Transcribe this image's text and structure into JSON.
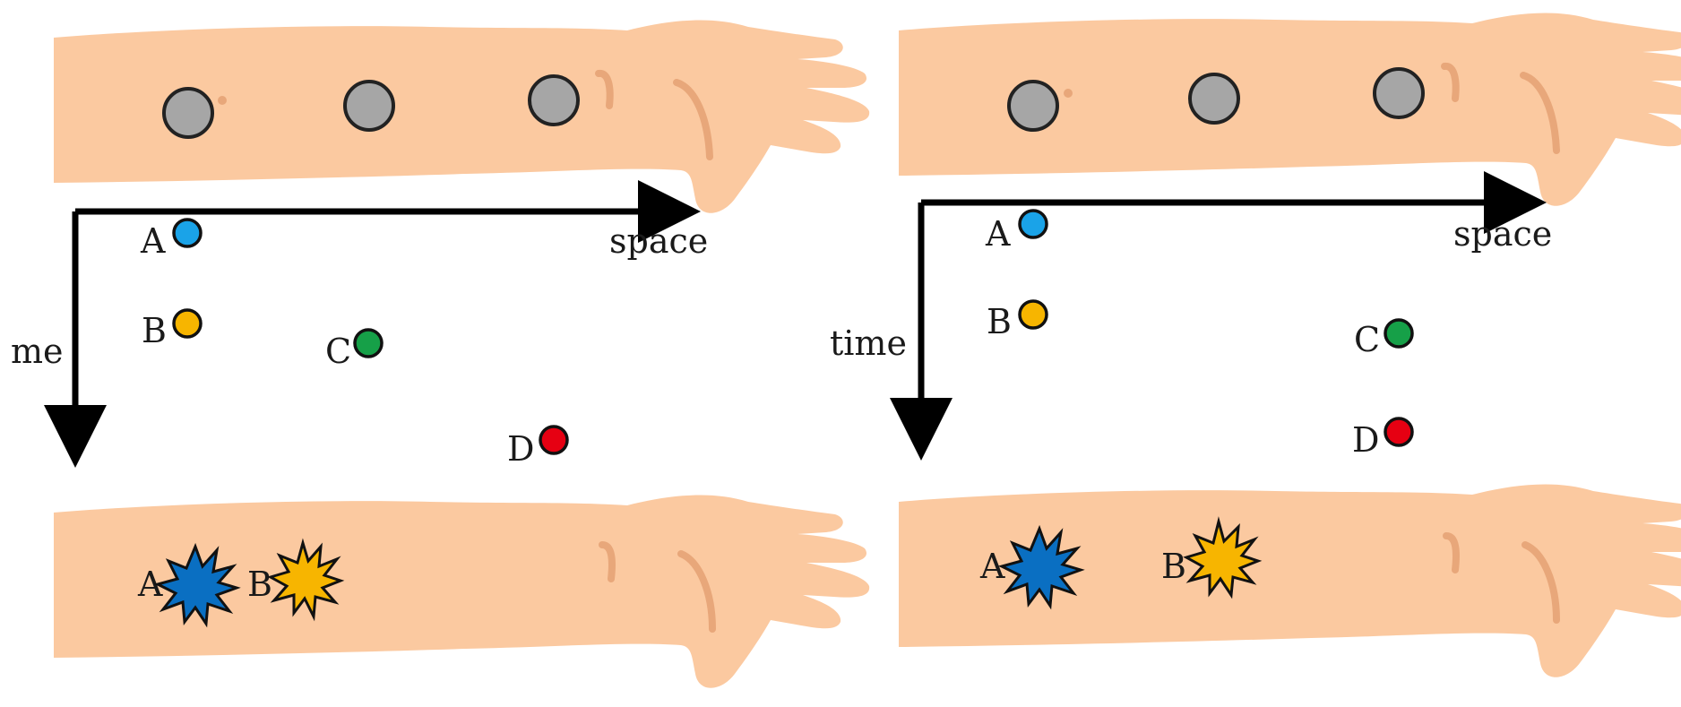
{
  "panels": [
    {
      "id": "left",
      "x_axis_label": "space",
      "y_axis_label": "me",
      "points": [
        {
          "label": "A",
          "color": "#1aa3e8"
        },
        {
          "label": "B",
          "color": "#f7b500"
        },
        {
          "label": "C",
          "color": "#16a048"
        },
        {
          "label": "D",
          "color": "#e60012"
        }
      ],
      "bursts": [
        {
          "label": "A",
          "color": "#0a6fc2"
        },
        {
          "label": "B",
          "color": "#f7b500"
        }
      ]
    },
    {
      "id": "right",
      "x_axis_label": "space",
      "y_axis_label": "time",
      "points": [
        {
          "label": "A",
          "color": "#1aa3e8"
        },
        {
          "label": "B",
          "color": "#f7b500"
        },
        {
          "label": "C",
          "color": "#16a048"
        },
        {
          "label": "D",
          "color": "#e60012"
        }
      ],
      "bursts": [
        {
          "label": "A",
          "color": "#0a6fc2"
        },
        {
          "label": "B",
          "color": "#f7b500"
        }
      ]
    }
  ],
  "colors": {
    "skin": "#fbc9a0",
    "skin_line": "#e8a77a",
    "sensor": "#a6a6a6",
    "axis": "#000000"
  }
}
